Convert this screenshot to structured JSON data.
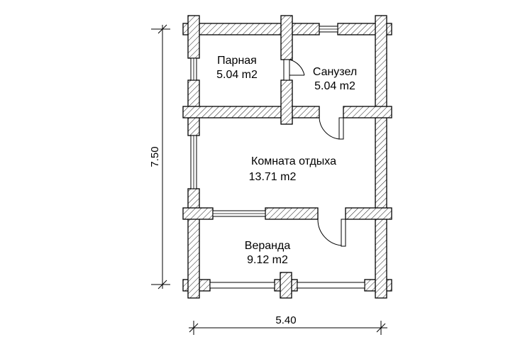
{
  "rooms": [
    {
      "name": "Парная",
      "area": "5.04 m2"
    },
    {
      "name": "Санузел",
      "area": "5.04 m2"
    },
    {
      "name": "Комната отдыха",
      "area": "13.71 m2"
    },
    {
      "name": "Веранда",
      "area": "9.12 m2"
    }
  ],
  "dimensions": {
    "width": "5.40",
    "height": "7.50"
  }
}
